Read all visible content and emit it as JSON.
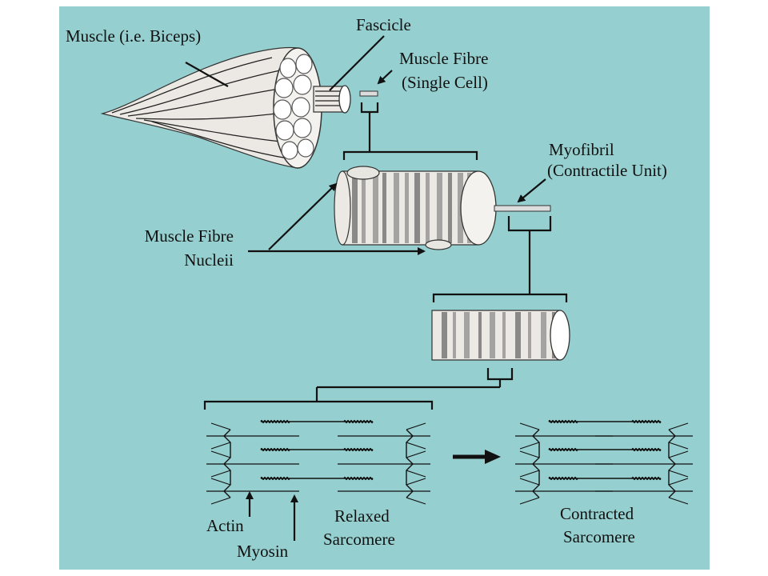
{
  "labels": {
    "muscle": "Muscle (i.e. Biceps)",
    "fascicle": "Fascicle",
    "muscle_fibre_1": "Muscle Fibre",
    "muscle_fibre_2": "(Single Cell)",
    "myofibril_1": "Myofibril",
    "myofibril_2": "(Contractile Unit)",
    "nuclei_1": "Muscle Fibre",
    "nuclei_2": "Nucleii",
    "actin": "Actin",
    "myosin": "Myosin",
    "relaxed_1": "Relaxed",
    "relaxed_2": "Sarcomere",
    "contracted_1": "Contracted",
    "contracted_2": "Sarcomere"
  },
  "colors": {
    "background": "#96cfcf",
    "ink": "#111111",
    "tissue": "#ece9e4"
  }
}
